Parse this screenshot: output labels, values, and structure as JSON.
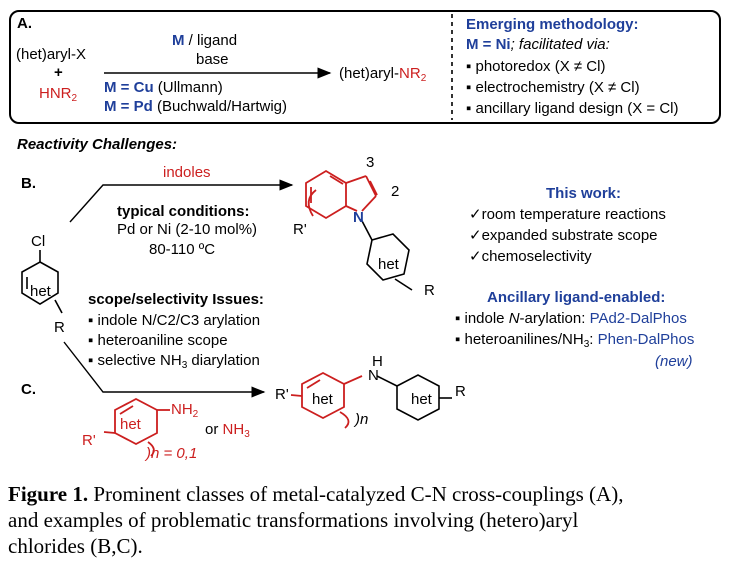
{
  "panel_a": {
    "label": "A.",
    "reactant1": "(het)aryl-X",
    "plus": "+",
    "amine_prefix": "HNR",
    "amine_sub": "2",
    "metal_ligand_m": "M",
    "metal_ligand_rest": " / ligand",
    "base": "base",
    "cu_m": "M",
    "cu_eq": " = ",
    "cu_metal": "Cu",
    "cu_name": " (Ullmann)",
    "pd_m": "M",
    "pd_eq": " = ",
    "pd_metal": "Pd",
    "pd_name": " (Buchwald/Hartwig)",
    "product_prefix": "(het)aryl-",
    "product_nr": "NR",
    "product_sub": "2",
    "emerging_title": "Emerging methodology:",
    "ni_label": "M = Ni",
    "ni_rest": "; facilitated via:",
    "bullets": [
      "▪ photoredox (X ≠ Cl)",
      "▪ electrochemistry (X ≠ Cl)",
      "▪ ancillary ligand design (X = Cl)"
    ]
  },
  "challenges_title": "Reactivity Challenges:",
  "panel_b": {
    "label": "B.",
    "reagent": "indoles",
    "typical_title": "typical conditions:",
    "catalyst": "Pd or Ni (2-10 mol%)",
    "temperature": "80-110 ºC",
    "cl": "Cl",
    "het": "het",
    "r": "R",
    "pos3": "3",
    "pos2": "2",
    "n": "N",
    "r_prime": "R'",
    "product_het": "het",
    "product_r": "R"
  },
  "scope": {
    "title": "scope/selectivity Issues:",
    "items": [
      "▪ indole N/C2/C3 arylation",
      "▪ heteroaniline scope"
    ],
    "nh3_prefix": "▪ selective NH",
    "nh3_sub": "3",
    "nh3_suffix": " diarylation"
  },
  "this_work": {
    "title": "This work:",
    "items": [
      "✓room temperature reactions",
      "✓expanded substrate scope",
      "✓chemoselectivity"
    ]
  },
  "ligand": {
    "title": "Ancillary ligand-enabled:",
    "line1_prefix": "▪ indole ",
    "line1_n": "N",
    "line1_mid": "-arylation: ",
    "line1_ligand": "PAd2-DalPhos",
    "line2_prefix": "▪ heteroanilines/NH",
    "line2_sub": "3",
    "line2_mid": ": ",
    "line2_ligand": "Phen-DalPhos",
    "line3": "(new)"
  },
  "panel_c": {
    "label": "C.",
    "het": "het",
    "nh2": "NH",
    "nh2_sub": "2",
    "or": " or ",
    "nh3": "NH",
    "nh3_sub": "3",
    "r_prime": "R'",
    "n_eq": ")n = 0,1",
    "h": "H",
    "n": "N",
    "product_r_prime": "R'",
    "product_het1": "het",
    "product_n_sub": ")n",
    "product_het2": "het",
    "product_r": "R"
  },
  "caption": {
    "label": "Figure 1.",
    "line1": " Prominent classes of metal-catalyzed C-N cross-couplings (A),",
    "line2": "and examples of problematic transformations involving (hetero)aryl",
    "line3": "chlorides (B,C)."
  },
  "colors": {
    "red": "#cc1f1f",
    "blue": "#1f3f9a",
    "black": "#000000"
  }
}
